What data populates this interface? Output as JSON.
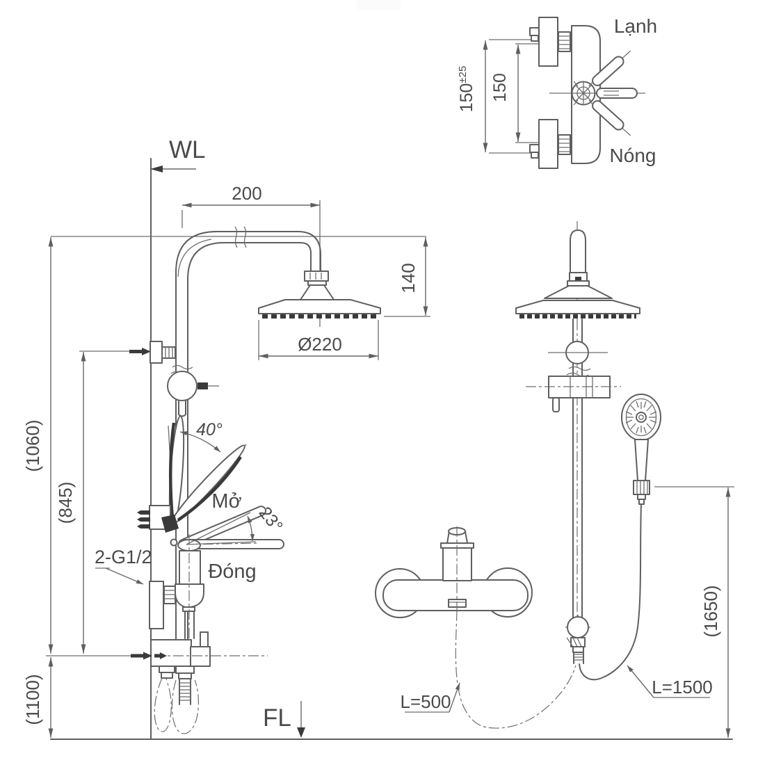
{
  "drawing": {
    "reference": {
      "wall_line": "WL",
      "floor_line": "FL"
    },
    "side_view": {
      "arm_reach": "200",
      "head_drop": "140",
      "head_diameter": "Ø220",
      "riser_height": "(1060)",
      "bracket_height": "(845)",
      "outlet_height": "(1100)",
      "handshower_angle": "40°",
      "lever_angle": "23°",
      "open_label": "Mở",
      "close_label": "Đóng",
      "thread_label": "2-G1/2"
    },
    "mixer_detail": {
      "spacing_main": "150",
      "spacing_tol": "±25",
      "spacing_nominal": "150",
      "cold_label": "Lạnh",
      "hot_label": "Nóng"
    },
    "front_view": {
      "handshower_height": "(1650)",
      "short_hose_label": "L=500",
      "long_hose_label": "L=1500"
    }
  },
  "colors": {
    "line": "#5f5f5f",
    "dark": "#3a3a3a",
    "text": "#4a4a4a",
    "background": "#ffffff"
  }
}
